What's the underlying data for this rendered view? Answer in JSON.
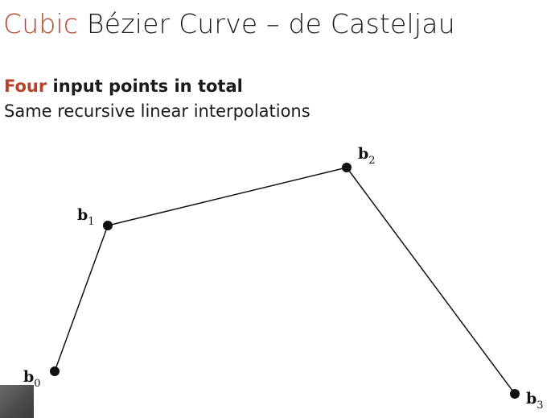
{
  "slide": {
    "title_accent": "Cubic",
    "title_rest": " Bézier Curve – de Casteljau",
    "subhead_accent": "Four",
    "subhead_rest": " input points in total",
    "subline": "Same recursive linear interpolations"
  },
  "points": [
    {
      "name": "b0",
      "label": "b",
      "sub": "0"
    },
    {
      "name": "b1",
      "label": "b",
      "sub": "1"
    },
    {
      "name": "b2",
      "label": "b",
      "sub": "2"
    },
    {
      "name": "b3",
      "label": "b",
      "sub": "3"
    }
  ],
  "colors": {
    "accent": "#b5432a",
    "text": "#1a1a1a",
    "line": "#111111"
  }
}
